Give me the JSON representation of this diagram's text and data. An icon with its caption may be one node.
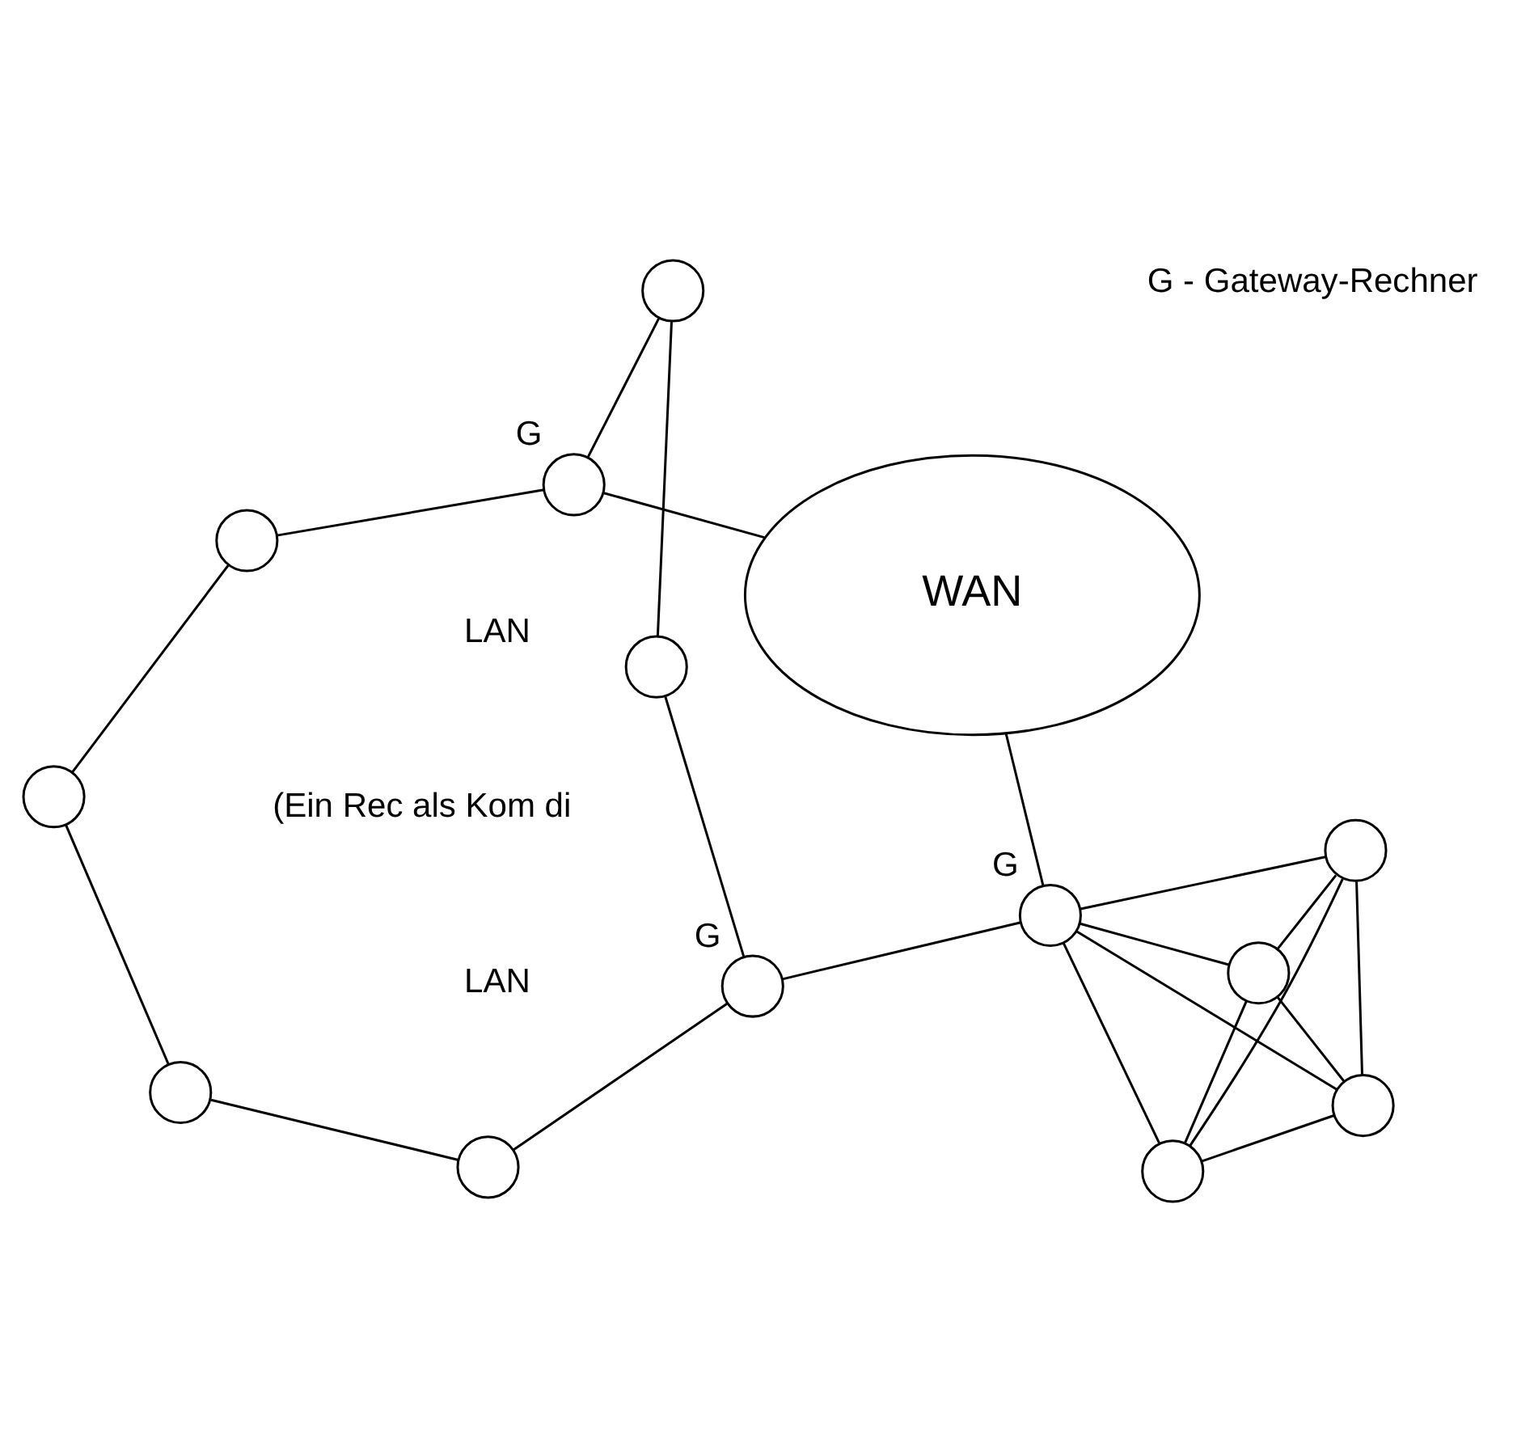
{
  "diagram": {
    "nodes": [
      {
        "text": [],
        "shape": "circle"
      },
      {
        "text": [],
        "shape": "circle",
        "beside": [
          "G"
        ]
      },
      {
        "text": [],
        "shape": "circle"
      },
      {
        "text": [],
        "shape": "circle"
      },
      {
        "text": [],
        "shape": "circle",
        "beside": [
          "G"
        ]
      },
      {
        "text": [],
        "shape": "circle"
      },
      {
        "text": [],
        "shape": "circle"
      },
      {
        "text": [],
        "shape": "circle"
      },
      {
        "text": [],
        "shape": "circle"
      },
      {
        "text": [],
        "shape": "circle"
      },
      {
        "text": [],
        "shape": "circle"
      },
      {
        "text": [],
        "shape": "circle"
      },
      {
        "text": [],
        "shape": "circle",
        "beside": [
          "G"
        ]
      },
      {
        "text": [
          "WAN"
        ]
      }
    ],
    "edges": [
      {
        "from": 0,
        "to": 1,
        "arrow": "none"
      },
      {
        "from": 1,
        "to": 2,
        "arrow": "none"
      },
      {
        "from": 2,
        "to": 3,
        "arrow": "none"
      },
      {
        "from": 3,
        "to": 4,
        "arrow": "none"
      },
      {
        "from": 4,
        "to": 5,
        "arrow": "none"
      },
      {
        "from": 5,
        "to": 6,
        "arrow": "none"
      },
      {
        "from": 6,
        "to": 7,
        "arrow": "none"
      },
      {
        "from": 7,
        "to": 0,
        "arrow": "none"
      },
      {
        "from": 8,
        "to": 9,
        "arrow": "none"
      },
      {
        "from": 8,
        "to": 10,
        "arrow": "none"
      },
      {
        "from": 8,
        "to": 11,
        "arrow": "none"
      },
      {
        "from": 8,
        "to": 12,
        "arrow": "none"
      },
      {
        "from": 9,
        "to": 10,
        "arrow": "none"
      },
      {
        "from": 9,
        "to": 11,
        "arrow": "none"
      },
      {
        "from": 9,
        "to": 12,
        "arrow": "none"
      },
      {
        "from": 10,
        "to": 11,
        "arrow": "none"
      },
      {
        "from": 10,
        "to": 12,
        "arrow": "none"
      },
      {
        "from": 11,
        "to": 12,
        "arrow": "none"
      },
      {
        "from": 1,
        "to": 12,
        "arrow": "none"
      },
      {
        "from": 4,
        "to": 13,
        "arrow": "none"
      },
      {
        "from": 12,
        "to": 13,
        "arrow": "none"
      }
    ],
    "labels": [
      "LAN",
      "LAN",
      "G - Gateway-Rechner",
      "(Ein Rec als Kom di"
    ]
  }
}
